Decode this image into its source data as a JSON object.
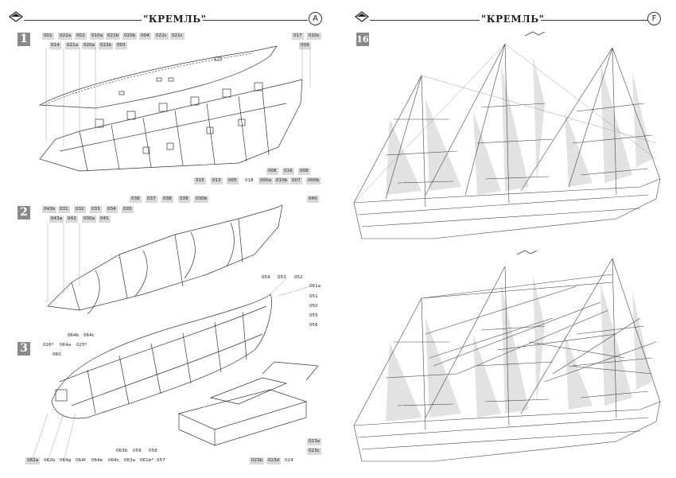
{
  "left_page": {
    "title": "\"КРЕМЛЬ\"",
    "page_letter": "A",
    "steps": [
      {
        "number": "1",
        "parts_row_1": [
          "001",
          "022a",
          "002",
          "010a",
          "021b",
          "020b",
          "004",
          "022c",
          "021c"
        ],
        "parts_row_2": [
          "014",
          "021a",
          "020a",
          "022b",
          "003"
        ],
        "parts_top_right_1": [
          "017",
          "010c"
        ],
        "parts_top_right_2": [
          "009"
        ],
        "parts_bottom_1": [
          "006",
          "016",
          "008"
        ],
        "parts_bottom_2": [
          "015",
          "013",
          "005",
          "018",
          "000a",
          "010b",
          "007",
          "000b"
        ]
      },
      {
        "number": "2",
        "parts_top": [
          "036",
          "037",
          "038",
          "039",
          "030b"
        ],
        "parts_top_right": [
          "040"
        ],
        "parts_row_1": [
          "043b",
          "031",
          "032",
          "033",
          "034",
          "035"
        ],
        "parts_row_2": [
          "043a",
          "042",
          "030a",
          "041"
        ],
        "parts_right": [
          "054",
          "053",
          "052",
          "061a",
          "051",
          "050",
          "055",
          "056"
        ]
      },
      {
        "number": "3",
        "parts_left": [
          "064b",
          "064c",
          "026*",
          "064a",
          "025*",
          "060"
        ],
        "parts_right": [
          "023a",
          "023c"
        ],
        "parts_bottom_1": [
          "063b",
          "059",
          "058"
        ],
        "parts_bottom_2": [
          "062a",
          "062b",
          "064g",
          "064f",
          "064e",
          "064c",
          "063a",
          "061b*",
          "057",
          "023b",
          "023d",
          "024"
        ]
      }
    ]
  },
  "right_page": {
    "title": "\"КРЕМЛЬ\"",
    "page_letter": "F",
    "step_number": "16"
  }
}
